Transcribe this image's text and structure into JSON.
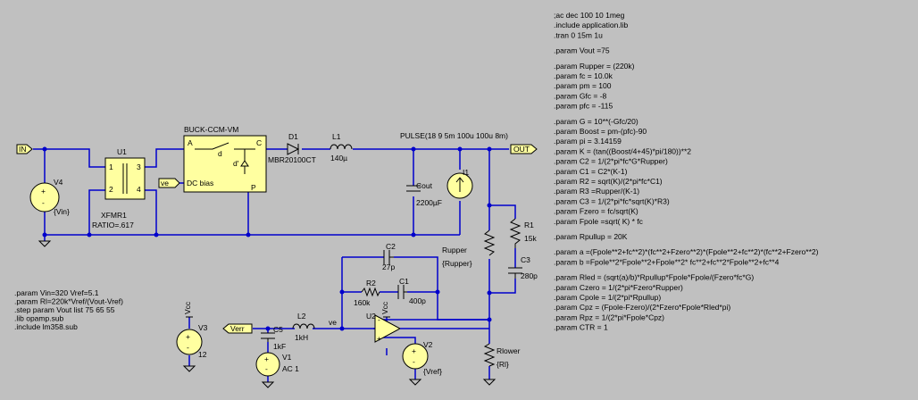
{
  "directives_right": [
    ";ac dec 100 10 1meg",
    ".include application.lib",
    ".tran 0 15m 1u",
    ".param Vout =75",
    ".param Rupper = (220k)",
    ".param fc = 10.0k",
    ".param pm = 100",
    ".param Gfc = -8",
    ".param pfc = -115",
    ".param G = 10**(-Gfc/20)",
    ".param Boost = pm-(pfc)-90",
    ".param pi = 3.14159",
    ".param K = (tan((Boost/4+45)*pi/180))**2",
    ".param C2 = 1/(2*pi*fc*G*Rupper)",
    ".param C1 = C2*(K-1)",
    ".param R2 = sqrt(K)/(2*pi*fc*C1)",
    ".param R3 =Rupper/(K-1)",
    ".param C3 = 1/(2*pi*fc*sqrt(K)*R3)",
    ".param Fzero = fc/sqrt(K)",
    ".param Fpole =sqrt( K) * fc",
    ".param Rpullup = 20K",
    ".param a =(Fpole**2+fc**2)*(fc**2+Fzero**2)*(Fpole**2+fc**2)*(fc**2+Fzero**2)",
    ".param b =Fpole**2*Fpole**2+Fpole**2* fc**2+fc**2*Fpole**2+fc**4",
    ".param Rled = (sqrt(a)/b)*Rpullup*Fpole*Fpole/(Fzero*fc*G)",
    ".param Czero = 1/(2*pi*Fzero*Rupper)",
    ".param Cpole = 1/(2*pi*Rpullup)",
    ".param Cpz = (Fpole-Fzero)/(2*Fzero*Fpole*Rled*pi)",
    ".param Rpz = 1/(2*pi*Fpole*Cpz)",
    ".param CTR = 1"
  ],
  "directives_left": [
    ".param Vin=320 Vref=5.1",
    ".param Rl=220k*Vref/(Vout-Vref)",
    ".step param Vout list 75 65 55",
    ".lib opamp.sub",
    ".include lm358.sub"
  ],
  "labels": {
    "in_port": "IN",
    "out_port": "OUT",
    "verr_port": "Verr",
    "ve_port": "ve",
    "ve_net": "ve",
    "vcc1": "Vcc",
    "vcc2": "Vcc",
    "v4_name": "V4",
    "v4_val": "{Vin}",
    "u1_name": "U1",
    "u1_type": "XFMR1",
    "u1_ratio": "RATIO=.617",
    "pin1": "1",
    "pin2": "2",
    "pin3": "3",
    "pin4": "4",
    "buck_name": "BUCK-CCM-VM",
    "buck_a": "A",
    "buck_c": "C",
    "buck_p": "P",
    "buck_d": "d",
    "buck_dp": "d'",
    "buck_dcbias": "DC bias",
    "d1_name": "D1",
    "d1_val": "MBR20100CT",
    "l1_name": "L1",
    "l1_val": "140µ",
    "pulse": "PULSE(18 9 5m 100u 100u 8m)",
    "cout_name": "Cout",
    "cout_val": "2200µF",
    "i1_name": "I1",
    "r1_name": "R1",
    "r1_val": "15k",
    "c3_name": "C3",
    "c3_val": "280p",
    "c2_name": "C2",
    "c2_val": "27p",
    "rupper_name": "Rupper",
    "rupper_val": "{Rupper}",
    "r2_name": "R2",
    "r2_val": "160k",
    "c1_name": "C1",
    "c1_val": "400p",
    "u2_name": "U2",
    "rlower_name": "Rlower",
    "rlower_val": "{Rl}",
    "v3_name": "V3",
    "v3_val": "12",
    "c5_name": "C5",
    "c5_val": "1kF",
    "l2_name": "L2",
    "l2_val": "1kH",
    "v1_name": "V1",
    "v1_val": "AC 1",
    "v2_name": "V2",
    "v2_val": "{Vref}"
  },
  "colors": {
    "background": "#c0c0c0",
    "wire": "#0000cc",
    "component": "#000000",
    "fill": "#ffffa0"
  }
}
